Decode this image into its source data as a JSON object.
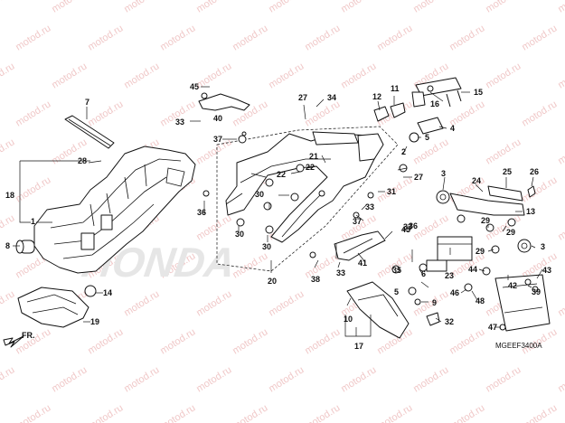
{
  "watermark": "motod.ru",
  "diagram_code": "MGEEF3400A",
  "front_label": "FR.",
  "brand_logo": "HONDA",
  "callouts": [
    "1",
    "2",
    "3",
    "4",
    "5",
    "6",
    "7",
    "8",
    "9",
    "10",
    "11",
    "12",
    "13",
    "14",
    "15",
    "16",
    "17",
    "18",
    "19",
    "20",
    "21",
    "22",
    "23",
    "24",
    "25",
    "26",
    "27",
    "28",
    "29",
    "30",
    "31",
    "32",
    "33",
    "34",
    "35",
    "36",
    "37",
    "38",
    "39",
    "40",
    "41",
    "42",
    "43",
    "44",
    "45",
    "46",
    "47",
    "48"
  ],
  "colors": {
    "line": "#111111",
    "watermark": "#f0c8c8",
    "background": "#ffffff"
  }
}
